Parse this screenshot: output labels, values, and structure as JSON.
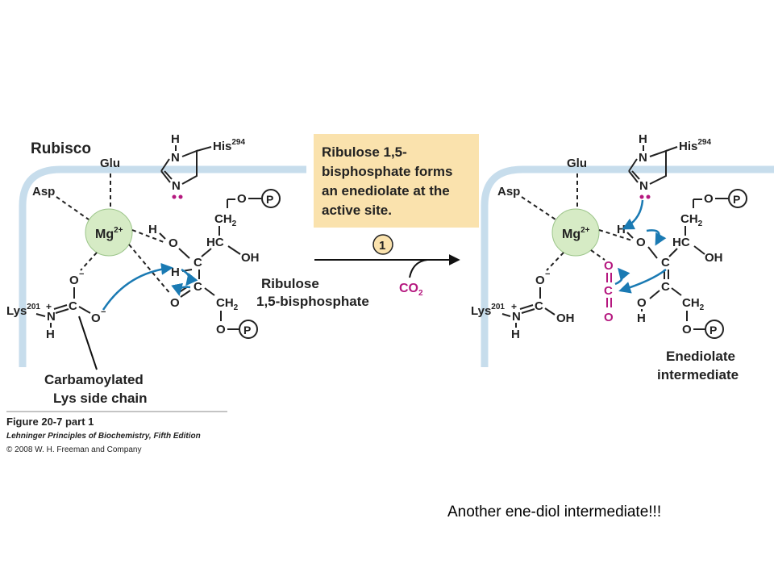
{
  "colors": {
    "membrane": "#c7ddec",
    "mg": "#d6ebc5",
    "infobox": "#fae2ad",
    "arrow": "#1a7ab3",
    "magenta": "#b5187f",
    "text": "#222222"
  },
  "left": {
    "title": "Rubisco",
    "his": "His",
    "his_sup": "294",
    "glu": "Glu",
    "asp": "Asp",
    "mg": "Mg",
    "mg_sup": "2+",
    "lys": "Lys",
    "lys_sup": "201",
    "ch2": "CH",
    "sub2": "2",
    "p": "P",
    "hc": "HC",
    "oh": "OH",
    "h": "H",
    "o": "O",
    "c": "C",
    "n": "N",
    "minus": "−",
    "plus": "+",
    "ribulose_line1": "Ribulose",
    "ribulose_line2": "1,5-bisphosphate",
    "carbamoyl_line1": "Carbamoylated",
    "carbamoyl_line2": "Lys side chain"
  },
  "middle": {
    "box_lines": [
      "Ribulose 1,5-",
      "bisphosphate forms",
      "an enediolate at the",
      "active site."
    ],
    "step": "1",
    "co2": "CO",
    "co2_sub": "2"
  },
  "right": {
    "enediolate_line1": "Enediolate",
    "enediolate_line2": "intermediate"
  },
  "figure": {
    "title": "Figure 20-7 part 1",
    "book": "Lehninger Principles of Biochemistry, Fifth Edition",
    "copyright": "© 2008 W. H. Freeman and Company"
  },
  "caption": "Another ene-diol intermediate!!!"
}
